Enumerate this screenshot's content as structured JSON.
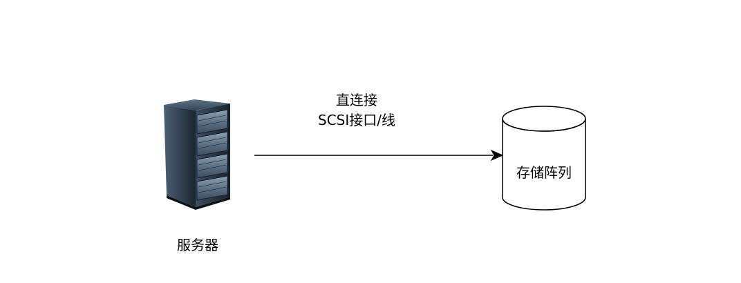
{
  "nodes": {
    "server": {
      "label": "服务器",
      "icon": "server-rack-icon"
    },
    "storage": {
      "label": "存储阵列",
      "shape": "cylinder"
    }
  },
  "edge": {
    "label_line1": "直连接",
    "label_line2": "SCSI接口/线"
  },
  "colors": {
    "stroke": "#000000",
    "background": "#ffffff",
    "server_body": "#1f2a36",
    "server_face": "#2c3a48",
    "server_drive": "#6f8596"
  }
}
